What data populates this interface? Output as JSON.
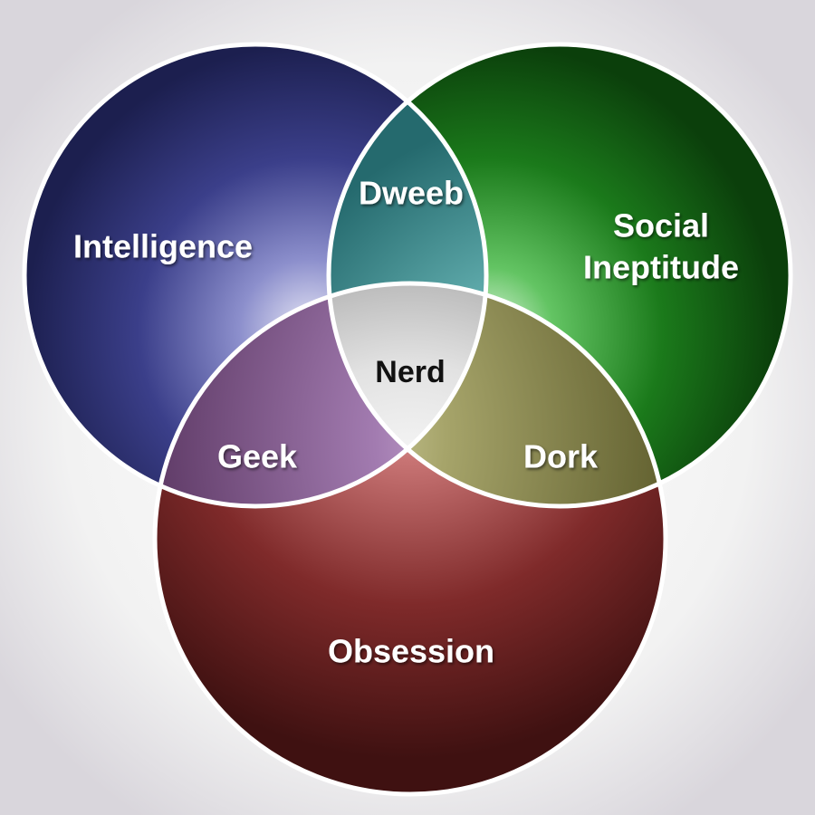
{
  "diagram": {
    "sets": [
      {
        "label": "Intelligence",
        "color": "#2f3a7a"
      },
      {
        "label": "Social",
        "label2": "Ineptitude",
        "color": "#1f7a1f"
      },
      {
        "label": "Obsession",
        "color": "#7a2828"
      }
    ],
    "intersections": {
      "intelligence_social": "Dweeb",
      "intelligence_obsession": "Geek",
      "social_obsession": "Dork",
      "all_three": "Nerd"
    }
  }
}
